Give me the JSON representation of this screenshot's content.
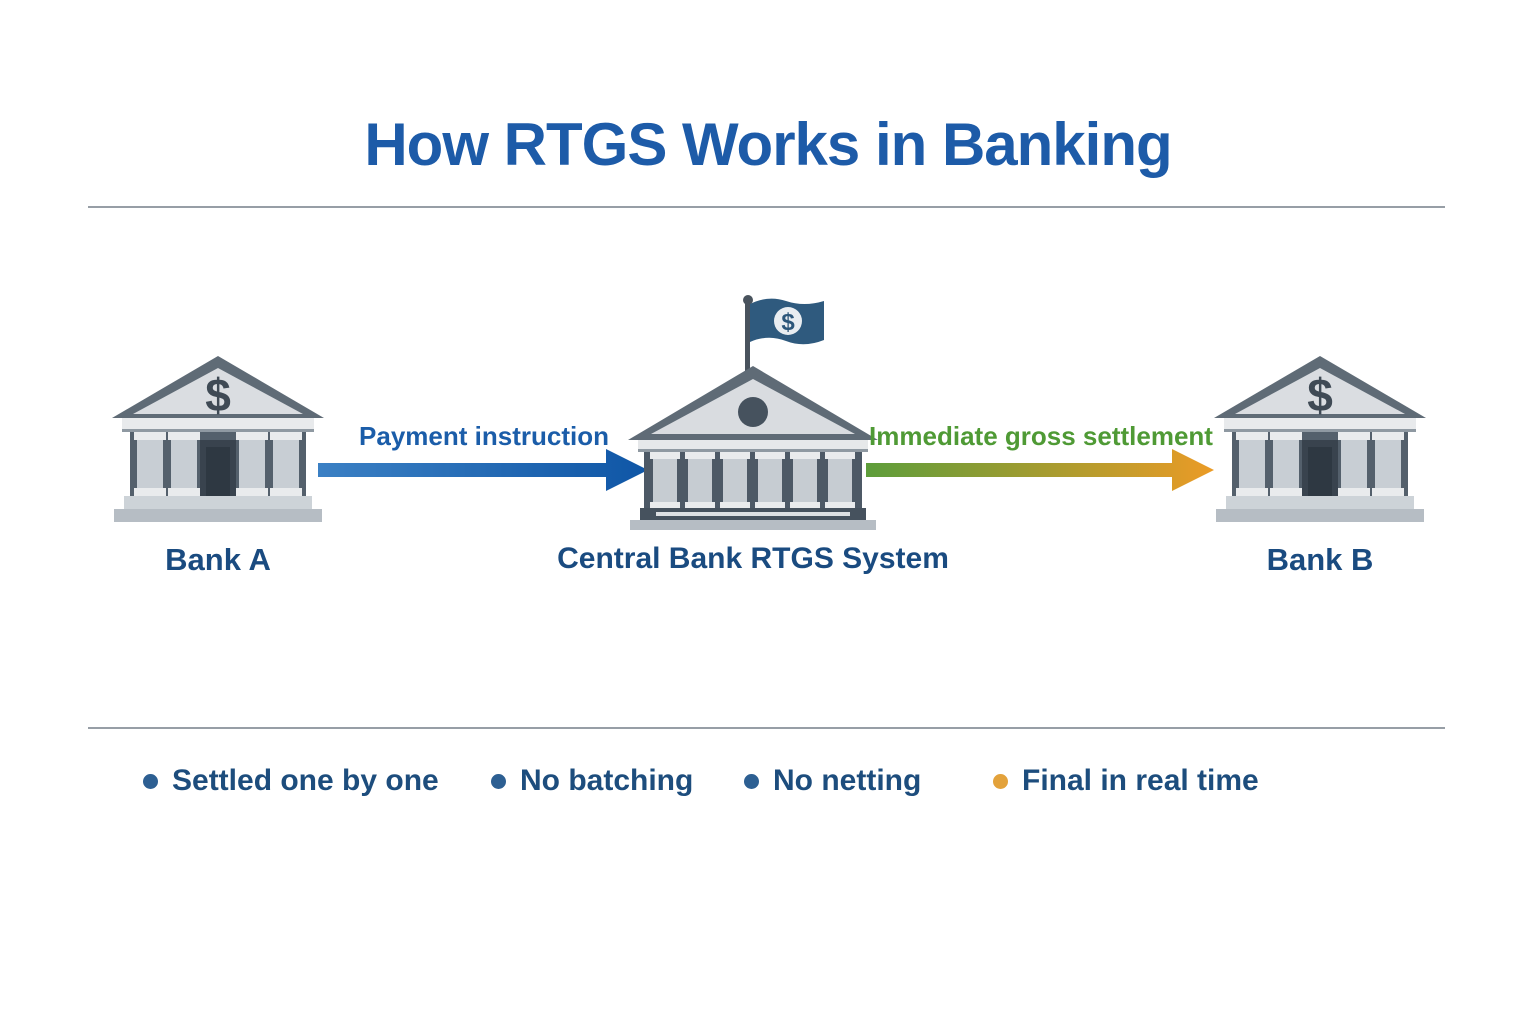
{
  "title": "How RTGS Works in Banking",
  "colors": {
    "title": "#1d5ba8",
    "bank_label": "#1a4b80",
    "arrow1_label": "#1b5da9",
    "arrow2_label": "#4f9a35",
    "arrow1_start": "#3b80c4",
    "arrow1_end": "#0f56a6",
    "arrow2_start": "#5d9d3b",
    "arrow2_end": "#eb9b26",
    "feature_text": "#1d4d7d",
    "bullet_blue": "#2d5f92",
    "bullet_orange": "#e3a23b",
    "divider": "#979ea6"
  },
  "flow": {
    "bank_a": {
      "label": "Bank A"
    },
    "central_bank": {
      "label": "Central Bank RTGS System"
    },
    "bank_b": {
      "label": "Bank B"
    },
    "payment_arrow": {
      "label": "Payment instruction",
      "from": "Bank A",
      "to": "Central Bank RTGS System"
    },
    "settlement_arrow": {
      "label": "Immediate gross settlement",
      "from": "Central Bank RTGS System",
      "to": "Bank B"
    }
  },
  "features": [
    {
      "label": "Settled one by one"
    },
    {
      "label": "No batching"
    },
    {
      "label": "No netting"
    },
    {
      "label": "Final in real time"
    }
  ]
}
